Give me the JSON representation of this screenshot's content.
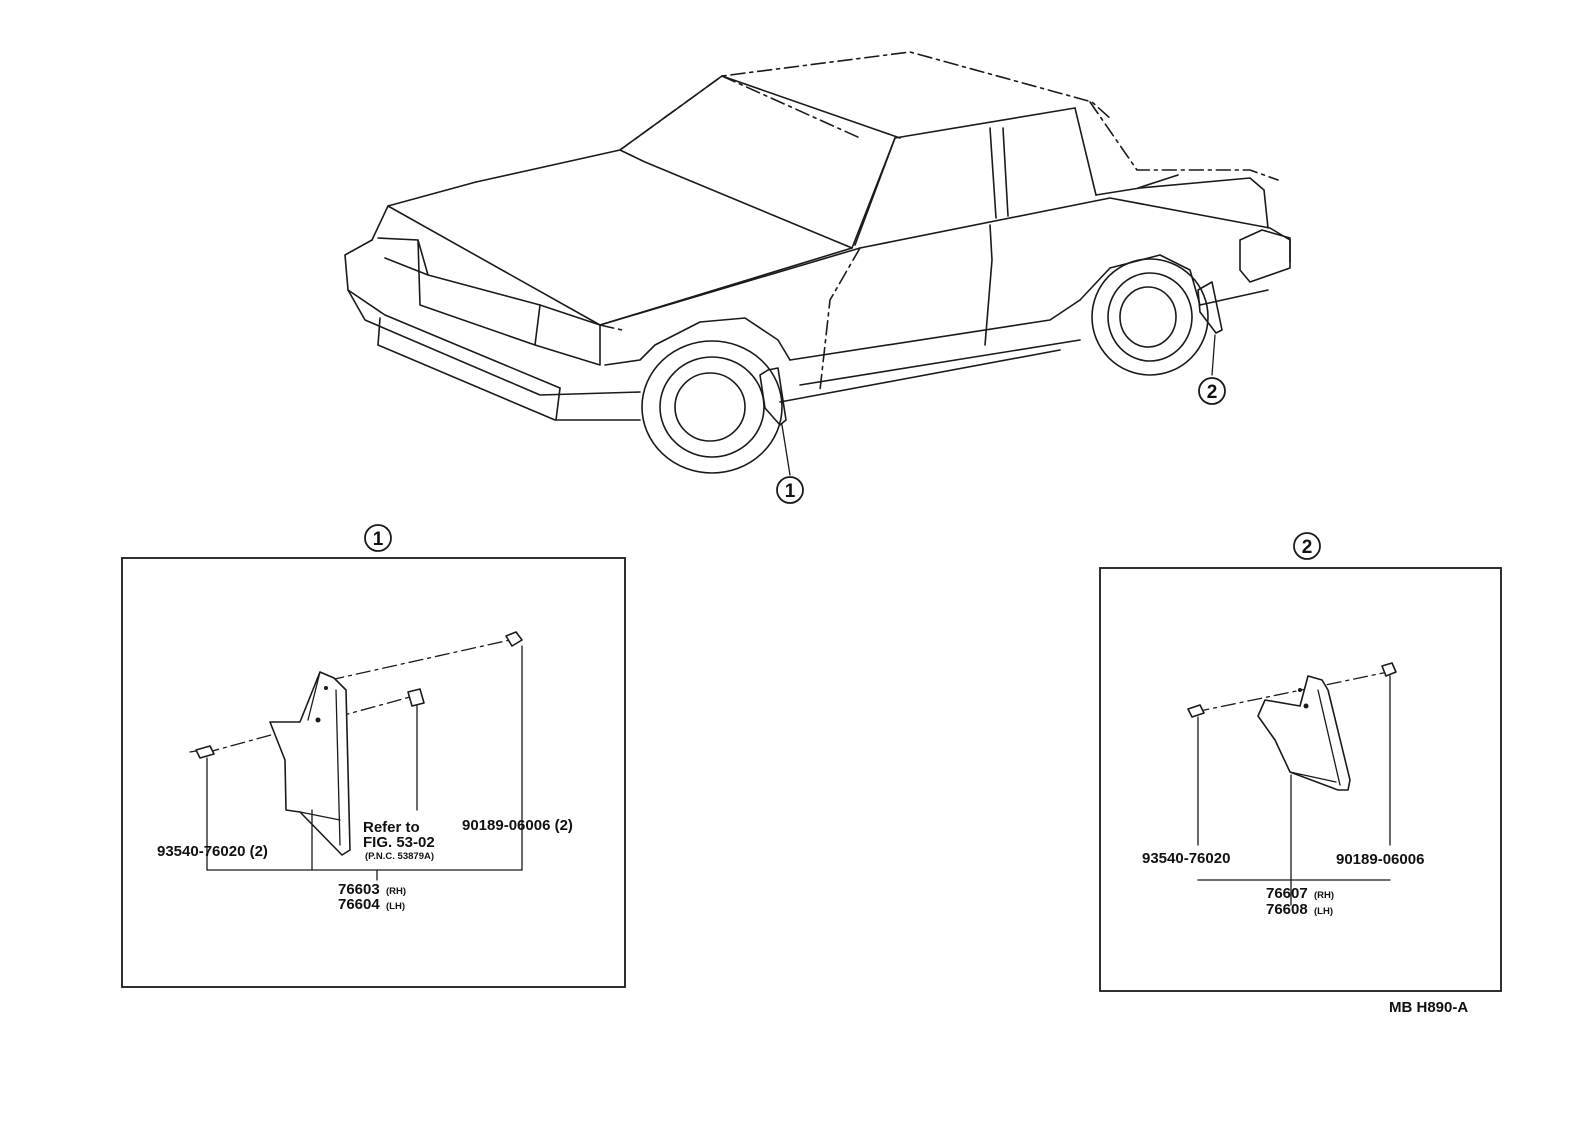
{
  "callouts": {
    "one": "1",
    "two": "2"
  },
  "detail1": {
    "left_part": "93540-76020 (2)",
    "right_part": "90189-06006 (2)",
    "refer_line1": "Refer to",
    "refer_line2": "FIG. 53-02",
    "refer_line3": "(P.N.C. 53879A)",
    "main_rh": "76603",
    "main_rh_tag": "(RH)",
    "main_lh": "76604",
    "main_lh_tag": "(LH)"
  },
  "detail2": {
    "left_part": "93540-76020",
    "right_part": "90189-06006",
    "main_rh": "76607",
    "main_rh_tag": "(RH)",
    "main_lh": "76608",
    "main_lh_tag": "(LH)"
  },
  "figure_code": "MB H890-A",
  "colors": {
    "line": "#1a1a1a",
    "background": "#ffffff"
  }
}
